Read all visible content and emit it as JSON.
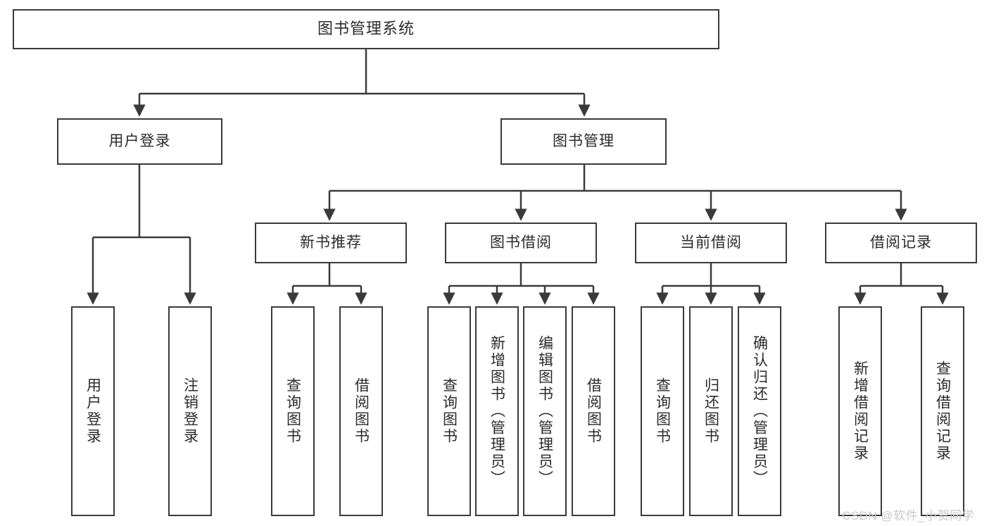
{
  "diagram": {
    "type": "tree",
    "title": "图书管理系统",
    "stroke_color": "#3a3a3a",
    "text_color": "#2b2b2b",
    "background": "#ffffff",
    "nodes": {
      "root": {
        "label": "图书管理系统",
        "level": 1
      },
      "l2_user_login": {
        "label": "用户登录",
        "level": 2
      },
      "l2_book_mgmt": {
        "label": "图书管理",
        "level": 2
      },
      "l3_new_book_rec": {
        "label": "新书推荐",
        "level": 3
      },
      "l3_book_borrow": {
        "label": "图书借阅",
        "level": 3
      },
      "l3_current_borrow": {
        "label": "当前借阅",
        "level": 3
      },
      "l3_borrow_record": {
        "label": "借阅记录",
        "level": 3
      },
      "leaf_user_login": {
        "label": "用户登录",
        "level": 4
      },
      "leaf_logout": {
        "label": "注销登录",
        "level": 4
      },
      "leaf_query_book_1": {
        "label": "查询图书",
        "level": 4
      },
      "leaf_borrow_book_1": {
        "label": "借阅图书",
        "level": 4
      },
      "leaf_query_book_2": {
        "label": "查询图书",
        "level": 4
      },
      "leaf_add_book": {
        "label": "新增图书（管理员）",
        "level": 4
      },
      "leaf_edit_book": {
        "label": "编辑图书（管理员）",
        "level": 4
      },
      "leaf_borrow_book_2": {
        "label": "借阅图书",
        "level": 4
      },
      "leaf_query_book_3": {
        "label": "查询图书",
        "level": 4
      },
      "leaf_return_book": {
        "label": "归还图书",
        "level": 4
      },
      "leaf_confirm_return": {
        "label": "确认归还（管理员）",
        "level": 4
      },
      "leaf_add_record": {
        "label": "新增借阅记录",
        "level": 4
      },
      "leaf_query_record": {
        "label": "查询借阅记录",
        "level": 4
      }
    },
    "edges": [
      {
        "from": "root",
        "to": "l2_user_login"
      },
      {
        "from": "root",
        "to": "l2_book_mgmt"
      },
      {
        "from": "l2_user_login",
        "to": "leaf_user_login"
      },
      {
        "from": "l2_user_login",
        "to": "leaf_logout"
      },
      {
        "from": "l2_book_mgmt",
        "to": "l3_new_book_rec"
      },
      {
        "from": "l2_book_mgmt",
        "to": "l3_book_borrow"
      },
      {
        "from": "l2_book_mgmt",
        "to": "l3_current_borrow"
      },
      {
        "from": "l2_book_mgmt",
        "to": "l3_borrow_record"
      },
      {
        "from": "l3_new_book_rec",
        "to": "leaf_query_book_1"
      },
      {
        "from": "l3_new_book_rec",
        "to": "leaf_borrow_book_1"
      },
      {
        "from": "l3_book_borrow",
        "to": "leaf_query_book_2"
      },
      {
        "from": "l3_book_borrow",
        "to": "leaf_add_book"
      },
      {
        "from": "l3_book_borrow",
        "to": "leaf_edit_book"
      },
      {
        "from": "l3_book_borrow",
        "to": "leaf_borrow_book_2"
      },
      {
        "from": "l3_current_borrow",
        "to": "leaf_query_book_3"
      },
      {
        "from": "l3_current_borrow",
        "to": "leaf_return_book"
      },
      {
        "from": "l3_current_borrow",
        "to": "leaf_confirm_return"
      },
      {
        "from": "l3_borrow_record",
        "to": "leaf_add_record"
      },
      {
        "from": "l3_borrow_record",
        "to": "leaf_query_record"
      }
    ]
  },
  "watermark": {
    "text": "CSDN @软件_小贺同学"
  }
}
